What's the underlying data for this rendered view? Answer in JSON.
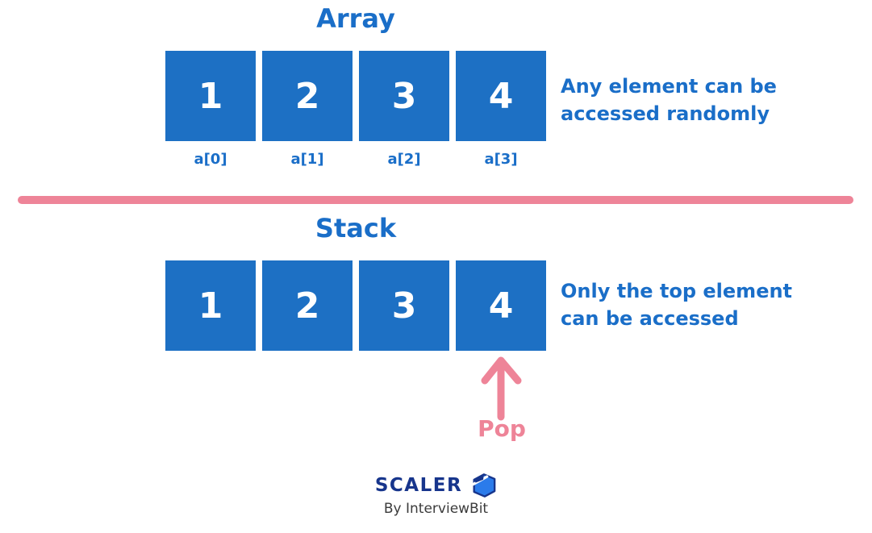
{
  "array_section": {
    "title": "Array",
    "cells": [
      {
        "value": "1",
        "index_label": "a[0]"
      },
      {
        "value": "2",
        "index_label": "a[1]"
      },
      {
        "value": "3",
        "index_label": "a[2]"
      },
      {
        "value": "4",
        "index_label": "a[3]"
      }
    ],
    "note_lines": [
      "Any element can be",
      "accessed randomly"
    ]
  },
  "stack_section": {
    "title": "Stack",
    "cells": [
      {
        "value": "1"
      },
      {
        "value": "2"
      },
      {
        "value": "3"
      },
      {
        "value": "4"
      }
    ],
    "note_lines": [
      "Only the top element",
      "can be accessed"
    ],
    "pop_label": "Pop"
  },
  "footer": {
    "brand": "SCALER",
    "byline": "By InterviewBit"
  },
  "colors": {
    "box_blue": "#1d70c4",
    "text_blue": "#1a6ec8",
    "accent_pink": "#ee8498",
    "brand_navy": "#17358c",
    "logo_blue": "#2b7bea",
    "byline_gray": "#3b3b3b"
  }
}
